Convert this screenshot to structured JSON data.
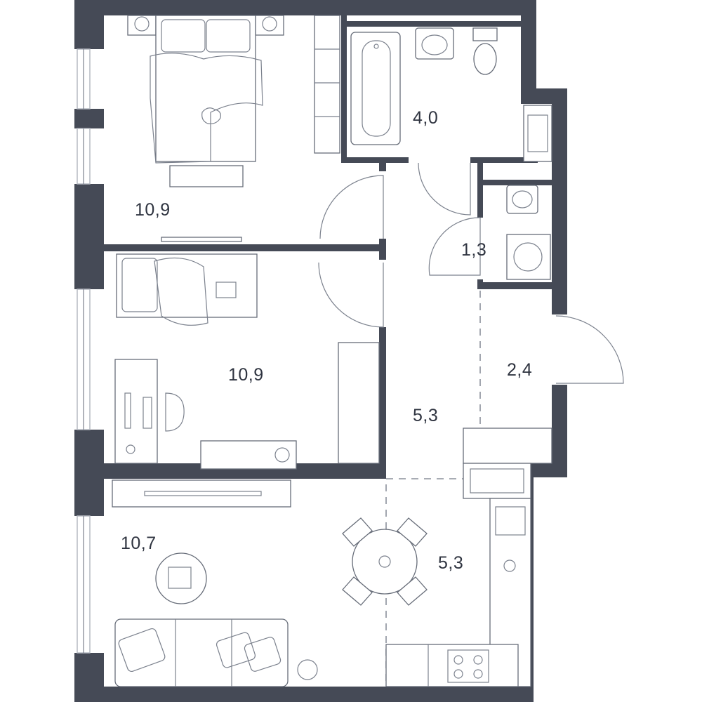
{
  "rooms": [
    {
      "id": "bedroom",
      "area": "10,9"
    },
    {
      "id": "bathroom",
      "area": "4,0"
    },
    {
      "id": "toilet-laundry",
      "area": "1,3"
    },
    {
      "id": "entry",
      "area": "2,4"
    },
    {
      "id": "children-room",
      "area": "10,9"
    },
    {
      "id": "hall",
      "area": "5,3"
    },
    {
      "id": "living-room",
      "area": "10,7"
    },
    {
      "id": "kitchen",
      "area": "5,3"
    }
  ],
  "colors": {
    "wall": "#454a56",
    "line": "#59606d",
    "background": "#ffffff"
  }
}
